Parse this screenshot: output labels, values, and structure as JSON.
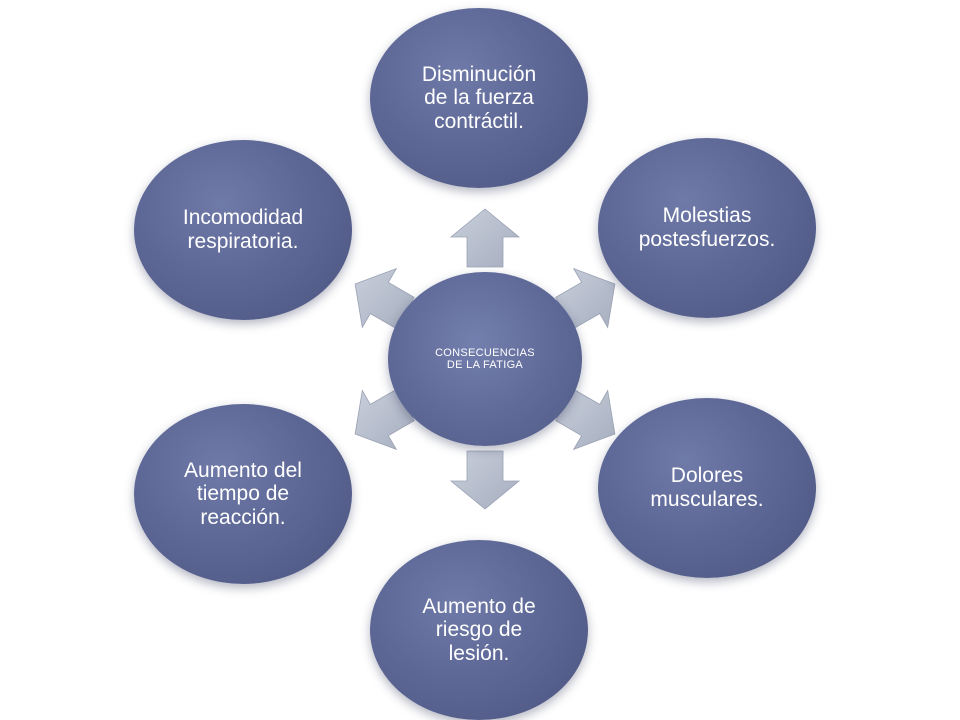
{
  "diagram": {
    "center_label": "CONSECUENCIAS\nDE LA FATIGA",
    "nodes": [
      {
        "id": "top",
        "label": "Disminución\nde la fuerza\ncontráctil."
      },
      {
        "id": "upright",
        "label": "Molestias\npostesfuerzos."
      },
      {
        "id": "downright",
        "label": "Dolores\nmusculares."
      },
      {
        "id": "bottom",
        "label": "Aumento de\nriesgo de\nlesión."
      },
      {
        "id": "downleft",
        "label": "Aumento del\ntiempo de\nreacción."
      },
      {
        "id": "upleft",
        "label": "Incomodidad\nrespiratoria."
      }
    ]
  },
  "colors": {
    "node_fill": "#5e6896",
    "node_text": "#ffffff",
    "arrow_fill": "#b4bccb"
  }
}
